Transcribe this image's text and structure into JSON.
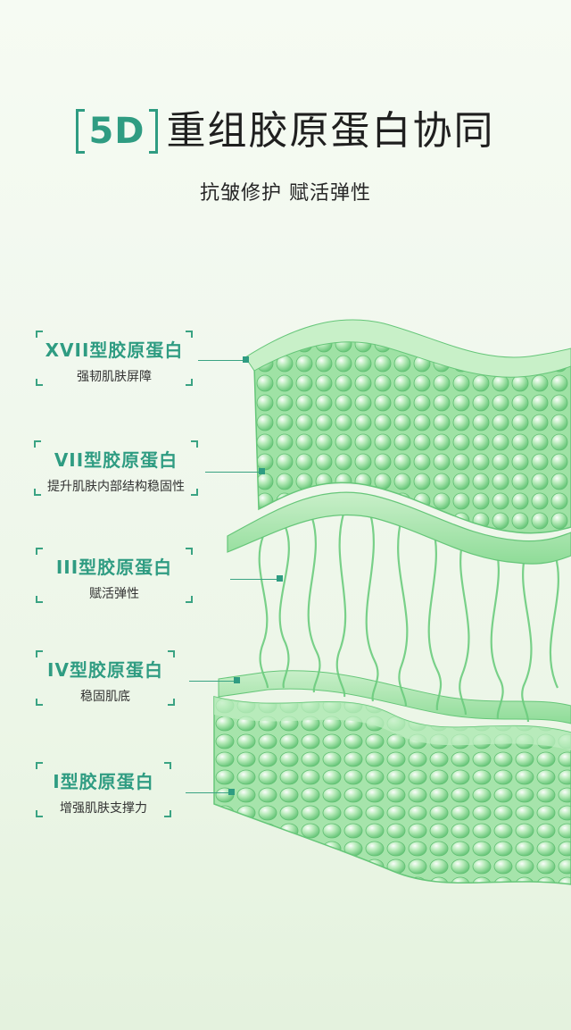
{
  "header": {
    "tag": "5D",
    "title": "重组胶原蛋白协同",
    "subtitle": "抗皱修护 赋活弹性"
  },
  "layers": [
    {
      "name": "XVII型胶原蛋白",
      "desc": "强韧肌肤屏障"
    },
    {
      "name": "VII型胶原蛋白",
      "desc": "提升肌肤内部结构稳固性"
    },
    {
      "name": "III型胶原蛋白",
      "desc": "赋活弹性"
    },
    {
      "name": "IV型胶原蛋白",
      "desc": "稳固肌底"
    },
    {
      "name": "I型胶原蛋白",
      "desc": "增强肌肤支撑力"
    }
  ],
  "colors": {
    "accent": "#2f9c82",
    "gel": "#7fd48f"
  }
}
